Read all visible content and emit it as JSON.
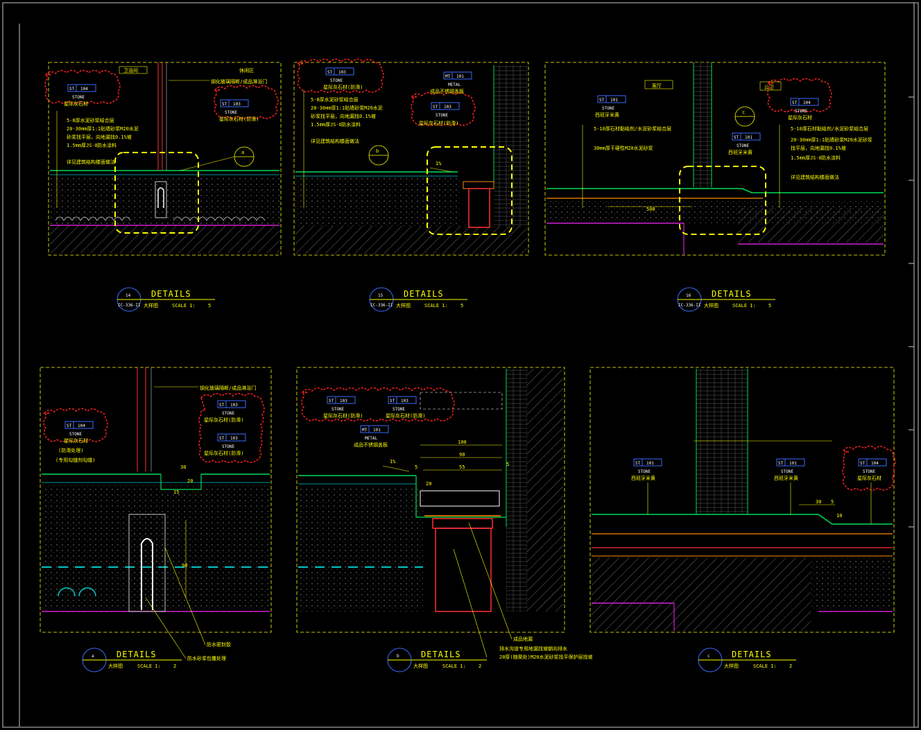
{
  "colors": {
    "background": "#000000",
    "frame": "#c8c8c8",
    "annotation": "#ffff00",
    "tag": "#3b6cff",
    "cloud": "#ff2020",
    "finish": "#00dd55",
    "cyan": "#00c8c8",
    "magenta": "#d020d0",
    "orange": "#ff8c00",
    "red": "#ff3030"
  },
  "details": [
    {
      "num": "14",
      "title": "DETAILS",
      "sub_ref": "IC-336-II",
      "sub_name": "大样图",
      "scale": "SCALE 1:",
      "scale_val": "5",
      "rooms": [
        "卫浴间",
        "休闲区"
      ],
      "tags": [
        {
          "code": "ST",
          "num": "104",
          "mat": "STONE",
          "name": "星际灰石材"
        },
        {
          "code": "ST",
          "num": "103",
          "mat": "STONE",
          "name": "星际灰石材(防滑)"
        }
      ],
      "notes": [
        "5-8厚水泥砂浆结合层",
        "20-30mm厚1:1贴墙砂浆M20水泥",
        "砂浆找平层，向地漏找0.1%坡",
        "1.5mm厚JS-Ⅱ防水涂料",
        "详见建筑结构楼面做法"
      ],
      "callouts": [
        "钢化玻璃隔断/成品淋浴门"
      ],
      "marker": "a"
    },
    {
      "num": "15",
      "title": "DETAILS",
      "sub_ref": "IC-336-II",
      "sub_name": "大样图",
      "scale": "SCALE 1:",
      "scale_val": "5",
      "tags": [
        {
          "code": "ST",
          "num": "103",
          "mat": "STONE",
          "name": "星际灰石材(防滑)"
        },
        {
          "code": "MT",
          "num": "101",
          "mat": "METAL",
          "name": "成品不锈钢盖板"
        },
        {
          "code": "ST",
          "num": "103",
          "mat": "STONE",
          "name": "星际灰石材(防滑)"
        }
      ],
      "notes": [
        "5-8厚水泥砂浆结合层",
        "20-30mm厚1:1贴墙砂浆M20水泥",
        "砂浆找平层，向地漏找0.1%坡",
        "1.5mm厚JS-Ⅱ防水涂料",
        "详见建筑结构楼面做法"
      ],
      "slope": "1%",
      "marker": "b"
    },
    {
      "num": "16",
      "title": "DETAILS",
      "sub_ref": "IC-336-II",
      "sub_name": "大样图",
      "scale": "SCALE 1:",
      "scale_val": "5",
      "rooms": [
        "客厅",
        "公卫"
      ],
      "tags": [
        {
          "code": "ST",
          "num": "101",
          "mat": "STONE",
          "name": "西班牙米黄"
        },
        {
          "code": "ST",
          "num": "104",
          "mat": "STONE",
          "name": "星际灰石材"
        },
        {
          "code": "ST",
          "num": "101",
          "mat": "STONE",
          "name": "西班牙米黄"
        }
      ],
      "notes": [
        "5-10厚石材黏结剂/水泥砂浆结合层",
        "30mm厚干硬性M20水泥砂浆",
        "5-10厚石材黏结剂/水泥砂浆结合层",
        "20-30mm厚1:1贴墙砂浆M20水泥砂浆",
        "找平层，向地漏找0.1%坡",
        "1.5mm厚JS-Ⅱ防水涂料",
        "详见建筑结构楼面做法"
      ],
      "dims": [
        "500"
      ],
      "marker": "c"
    },
    {
      "num": "a",
      "title": "DETAILS",
      "sub_name": "大样图",
      "scale": "SCALE 1:",
      "scale_val": "2",
      "tags": [
        {
          "code": "ST",
          "num": "104",
          "mat": "STONE",
          "name": "星际灰石材"
        },
        {
          "code": "ST",
          "num": "103",
          "mat": "STONE",
          "name": "星际灰石材(防滑)"
        },
        {
          "code": "ST",
          "num": "103",
          "mat": "STONE",
          "name": "星际灰石材(防滑)"
        }
      ],
      "notes": [
        "(防滑处理)",
        "(专用勾缝剂勾缝)"
      ],
      "callouts": [
        "钢化玻璃隔断/成品淋浴门",
        "防水密封胶",
        "防水砂浆包覆处理"
      ],
      "dims": [
        "30",
        "20",
        "15",
        "90"
      ]
    },
    {
      "num": "b",
      "title": "DETAILS",
      "sub_name": "大样图",
      "scale": "SCALE 1:",
      "scale_val": "2",
      "tags": [
        {
          "code": "ST",
          "num": "103",
          "mat": "STONE",
          "name": "星际灰石材(防滑)"
        },
        {
          "code": "ST",
          "num": "103",
          "mat": "STONE",
          "name": "星际灰石材(防滑)"
        },
        {
          "code": "MT",
          "num": "101",
          "mat": "METAL",
          "name": "成品不锈钢盖板"
        }
      ],
      "callouts": [
        "成品地漏",
        "排水沟道专用地漏找坡朝向排水",
        "20厚(随渠处)M20水泥砂浆找平保护层找坡"
      ],
      "slope": "1%",
      "dims": [
        "100",
        "90",
        "55",
        "20",
        "5",
        "5"
      ]
    },
    {
      "num": "c",
      "title": "DETAILS",
      "sub_name": "大样图",
      "scale": "SCALE 1:",
      "scale_val": "2",
      "tags": [
        {
          "code": "ST",
          "num": "101",
          "mat": "STONE",
          "name": "西班牙米黄"
        },
        {
          "code": "ST",
          "num": "101",
          "mat": "STONE",
          "name": "西班牙米黄"
        },
        {
          "code": "ST",
          "num": "104",
          "mat": "STONE",
          "name": "星际灰石材"
        }
      ],
      "dims": [
        "30",
        "5",
        "10"
      ]
    }
  ]
}
